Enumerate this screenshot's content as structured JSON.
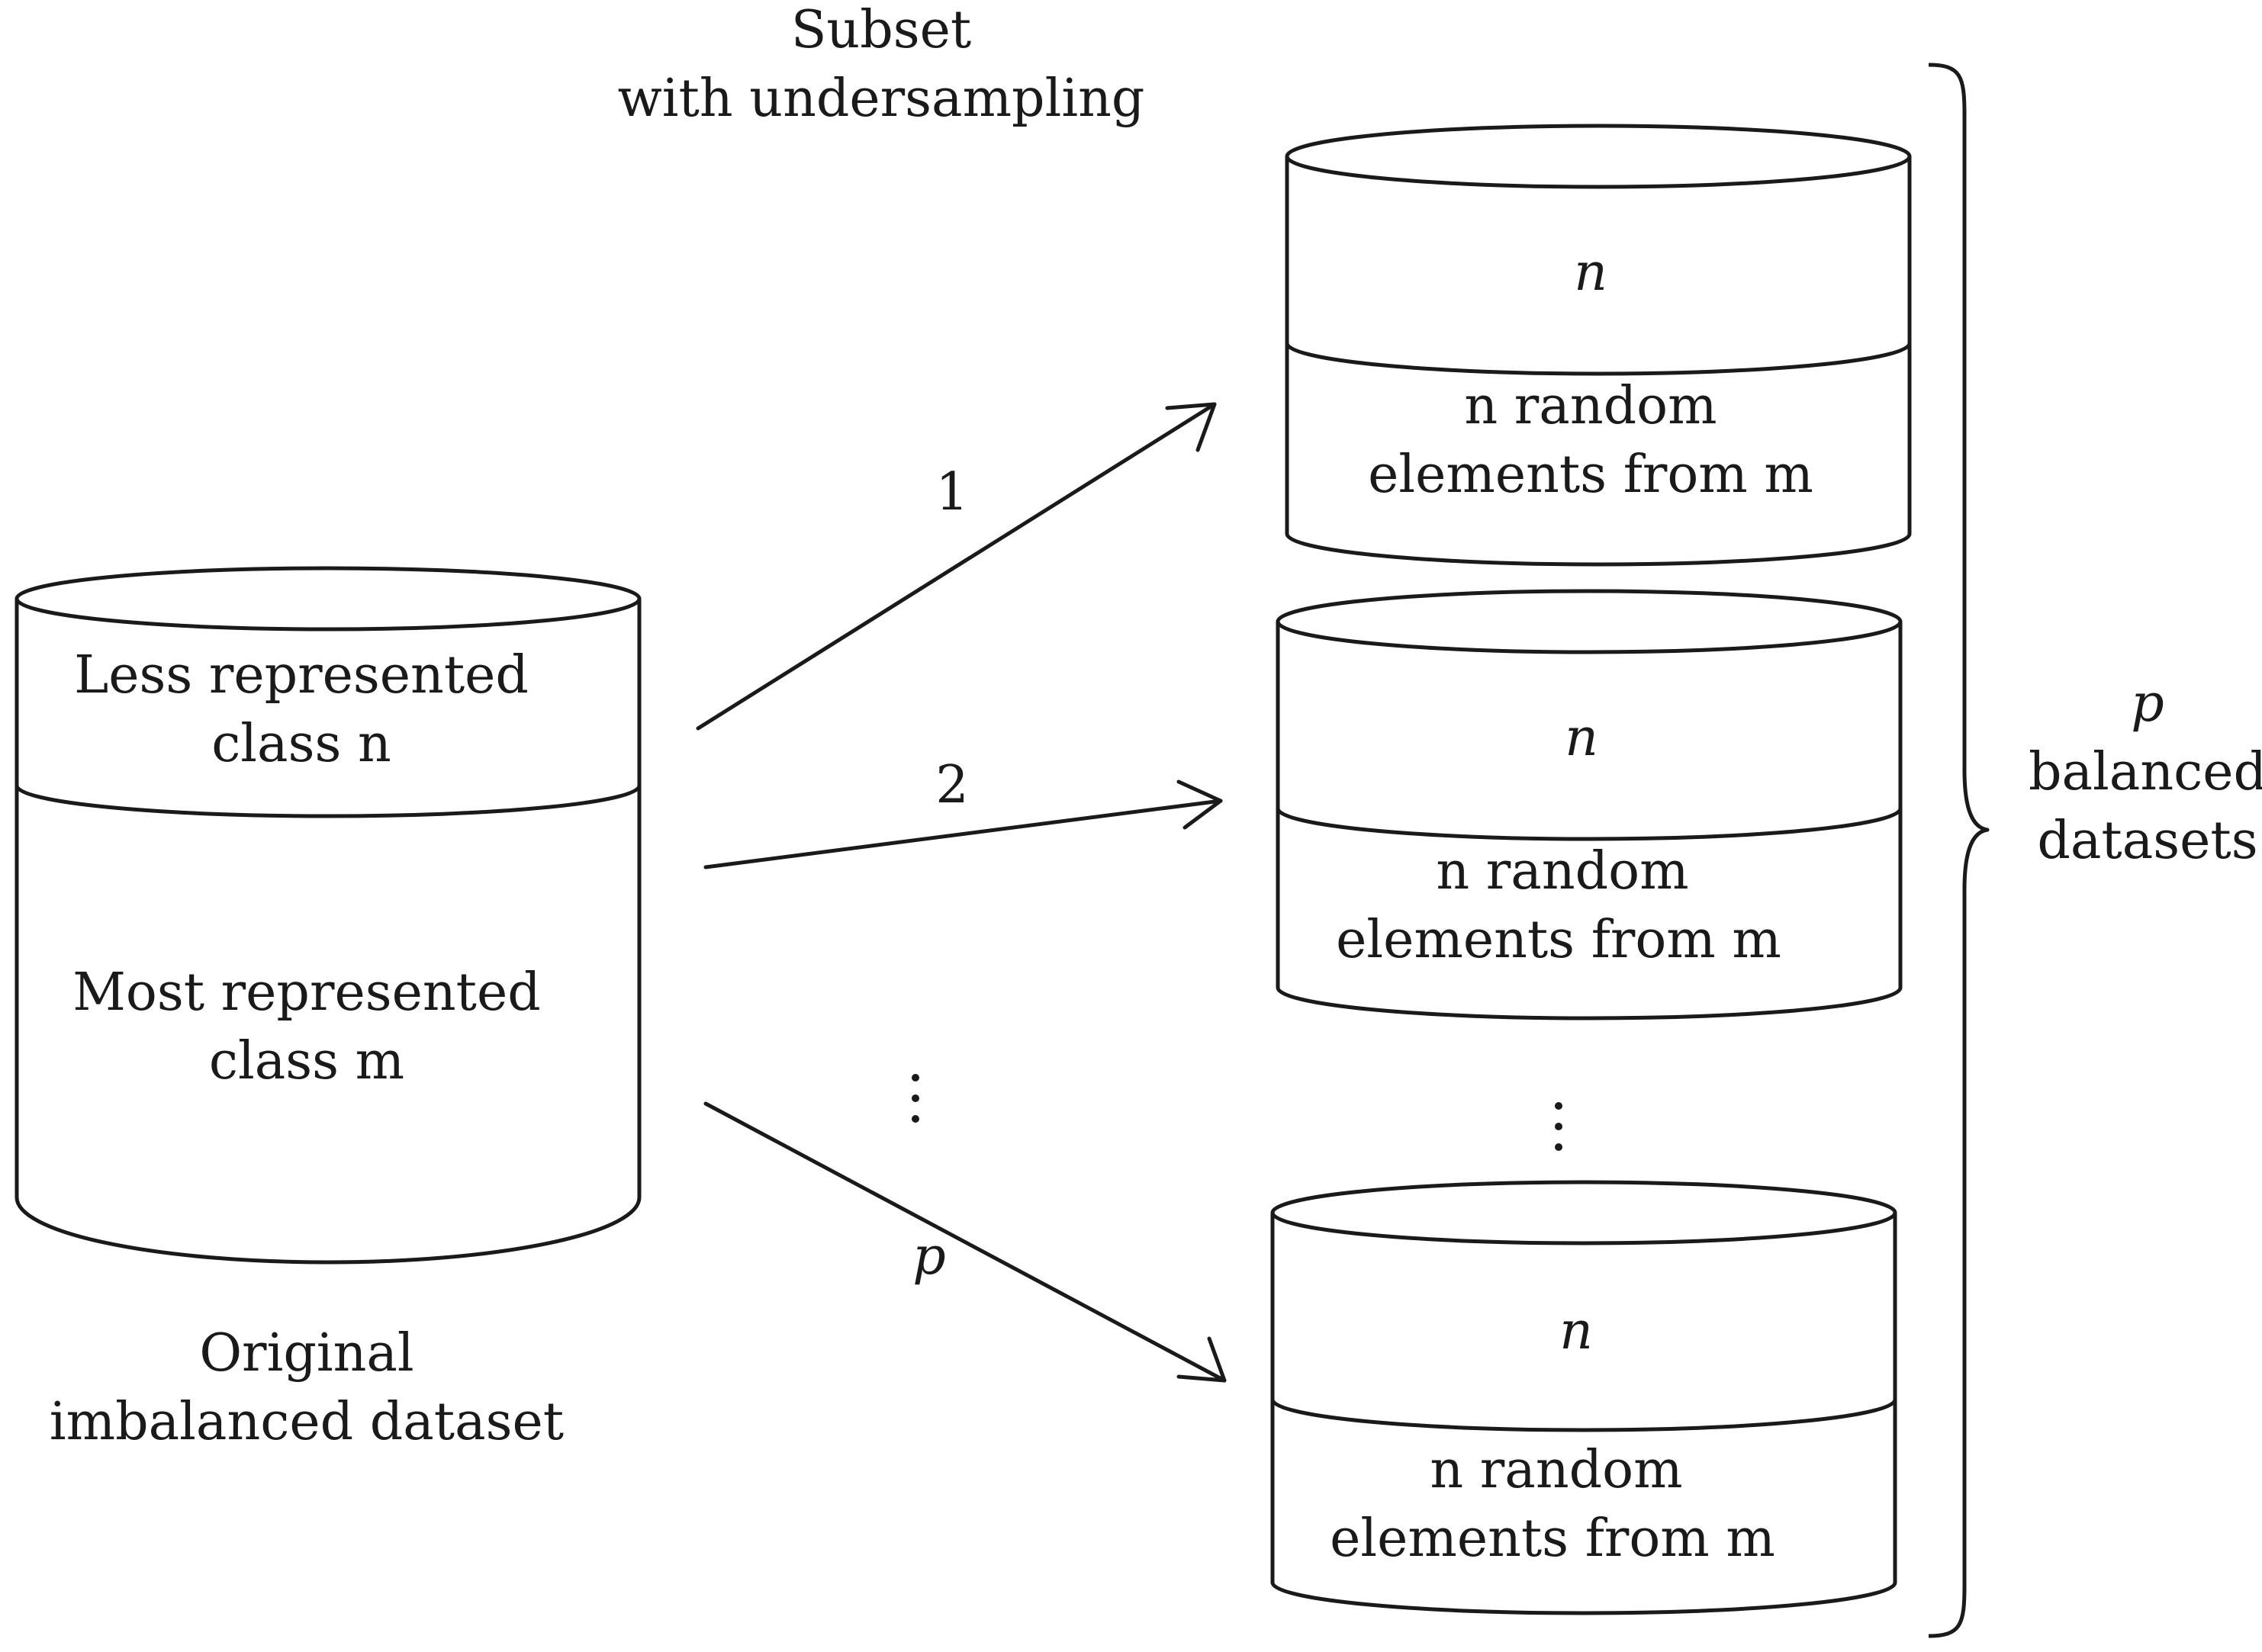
{
  "header": {
    "line1": "Subset",
    "line2": "with undersampling"
  },
  "source": {
    "top_line1": "Less represented",
    "top_line2_text": "class ",
    "top_var": "n",
    "bottom_line1": "Most represented",
    "bottom_line2_text": "class ",
    "bottom_var": "m",
    "caption_line1": "Original",
    "caption_line2": "imbalanced dataset"
  },
  "arrows": [
    {
      "label": "1",
      "label_italic": false
    },
    {
      "label": "2",
      "label_italic": false
    },
    {
      "label": "p",
      "label_italic": true
    }
  ],
  "subsets": [
    {
      "top_var": "n",
      "bottom_var1": "n",
      "bottom_line1_text": " random",
      "bottom_line2_text": "elements from ",
      "bottom_var2": "m"
    },
    {
      "top_var": "n",
      "bottom_var1": "n",
      "bottom_line1_text": " random",
      "bottom_line2_text": "elements from ",
      "bottom_var2": "m"
    },
    {
      "top_var": "n",
      "bottom_var1": "n",
      "bottom_line1_text": " random",
      "bottom_line2_text": "elements from ",
      "bottom_var2": "m"
    }
  ],
  "brace_label": {
    "var": "p",
    "line2": "balanced",
    "line3": "datasets"
  },
  "colors": {
    "stroke": "#1a1a1a",
    "background": "#ffffff"
  }
}
